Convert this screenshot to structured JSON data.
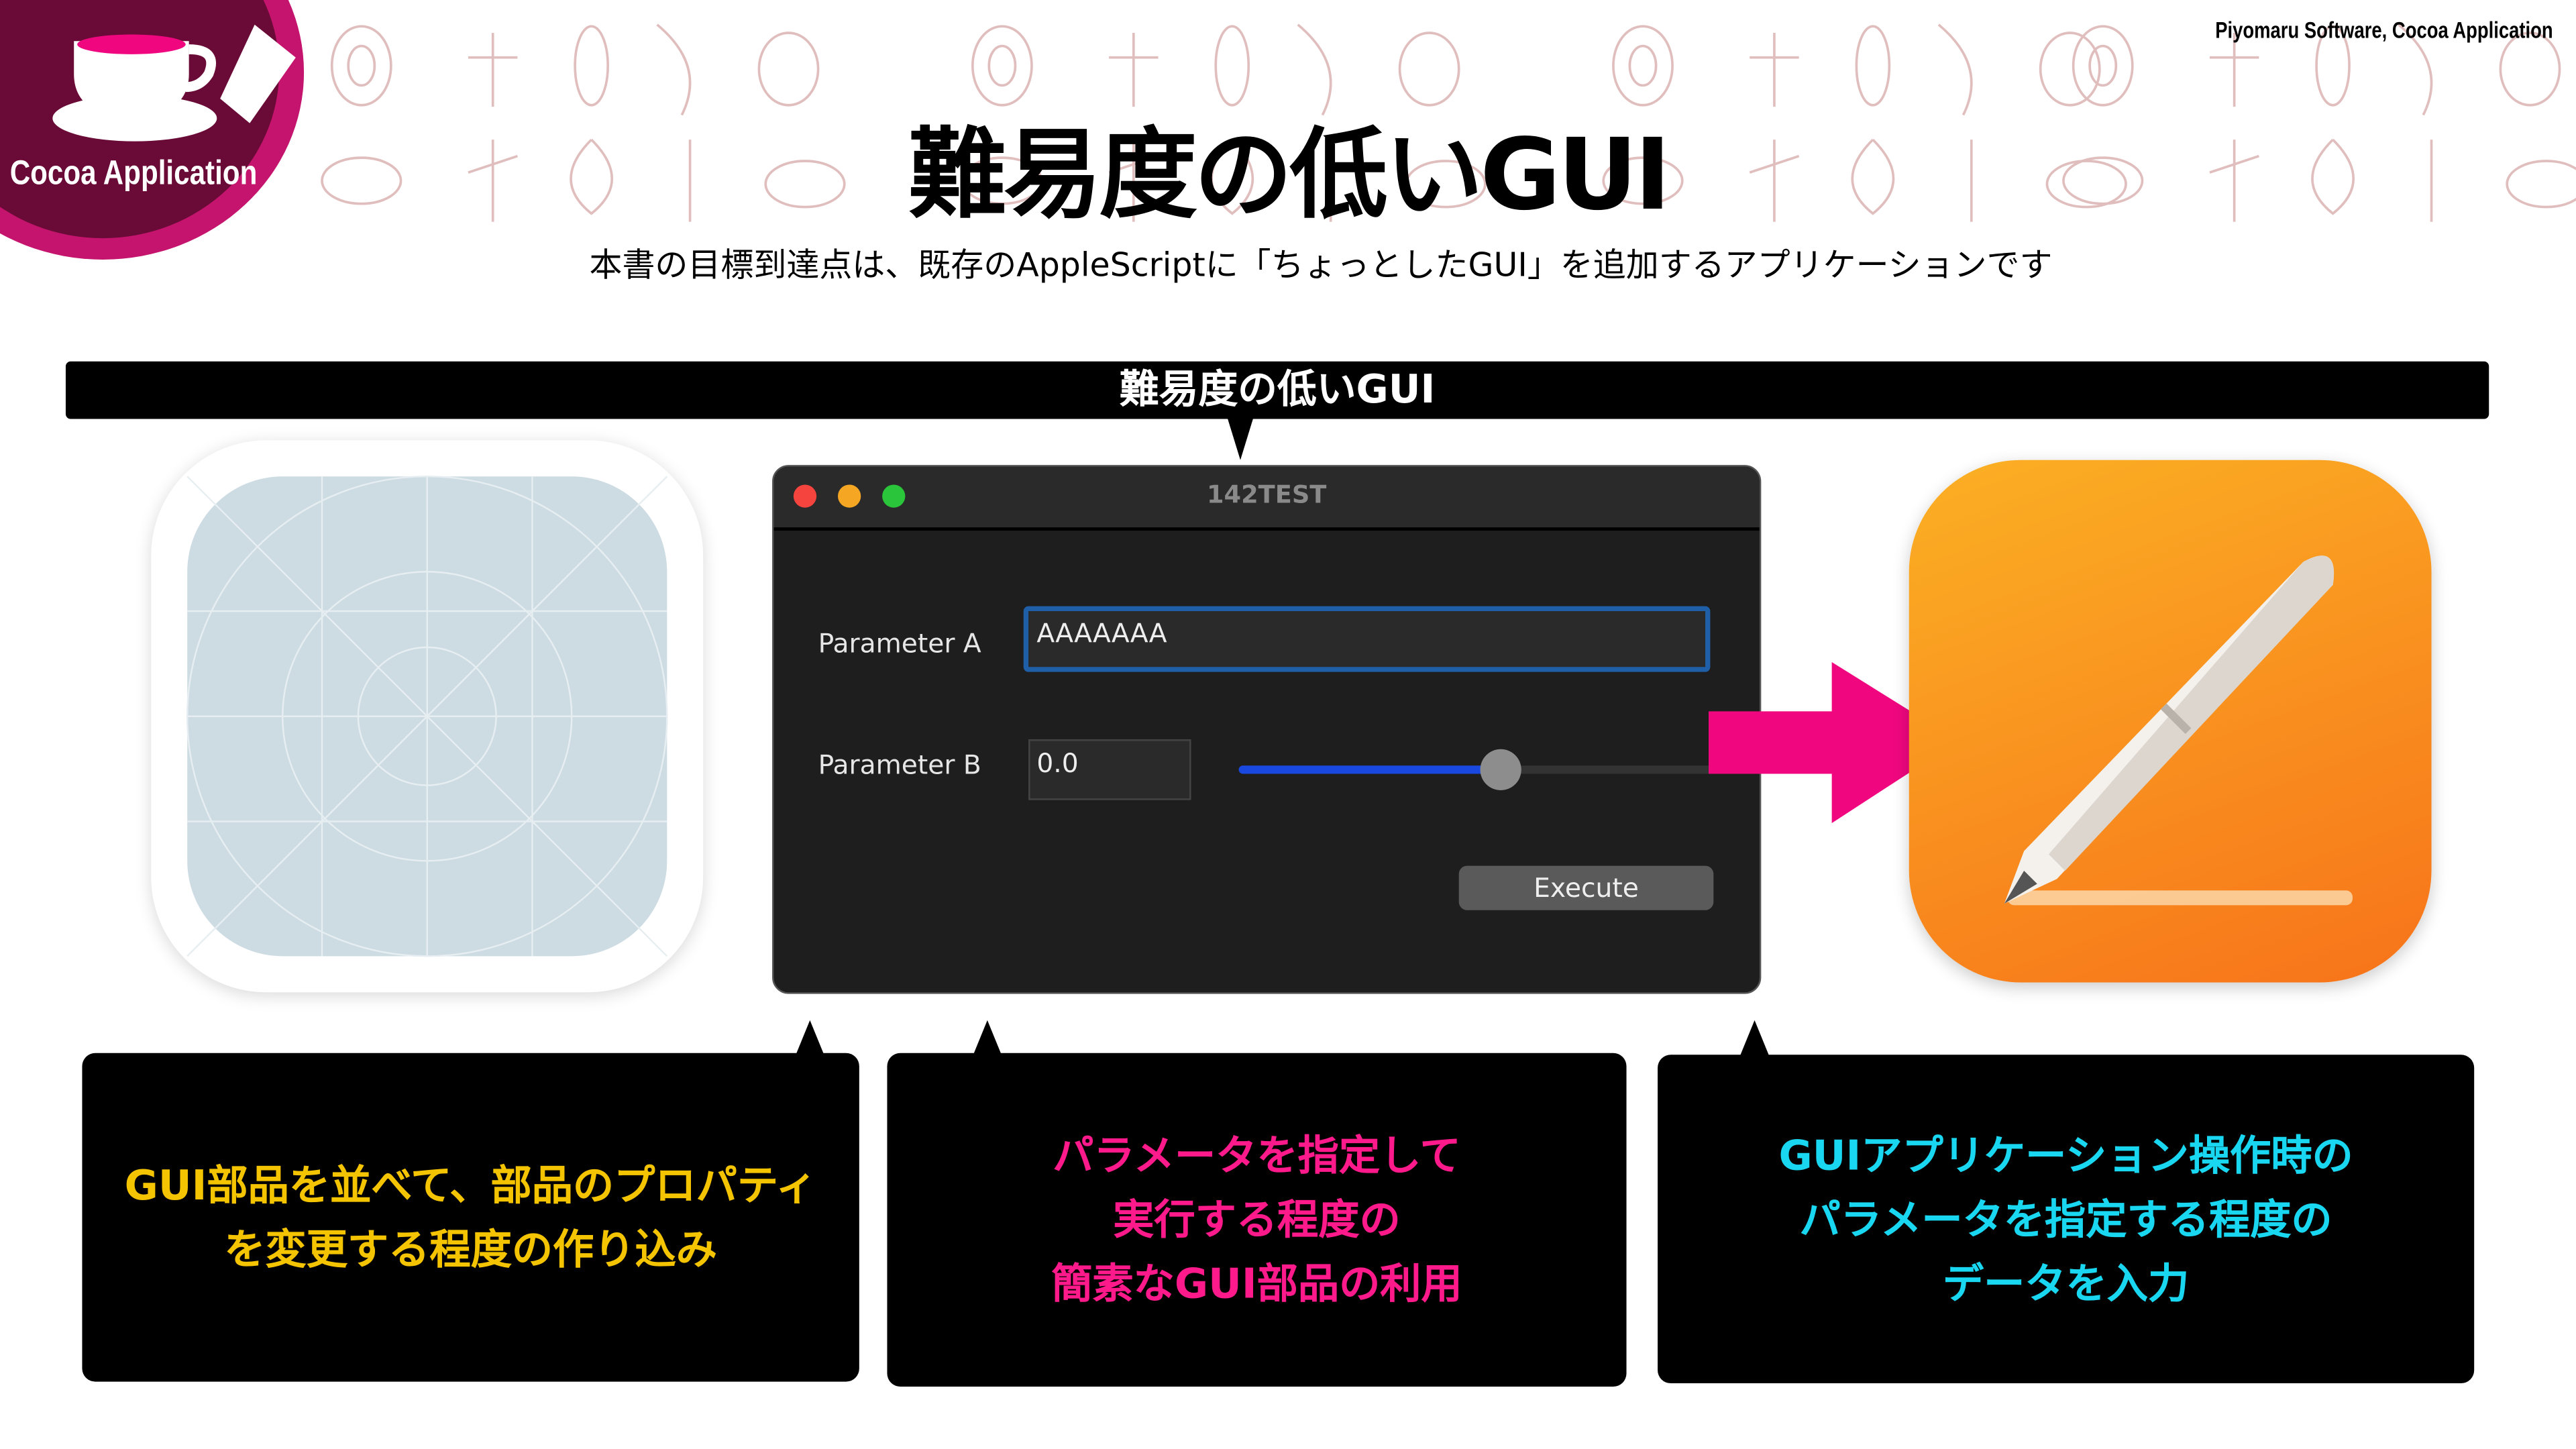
{
  "header": {
    "logo_text": "Cocoa Application",
    "credit": "Piyomaru Software, Cocoa Application",
    "title": "難易度の低いGUI",
    "subtitle": "本書の目標到達点は、既存のAppleScriptに「ちょっとしたGUI」を追加するアプリケーションです"
  },
  "band": {
    "label": "難易度の低いGUI"
  },
  "window": {
    "title": "142TEST",
    "param_a_label": "Parameter A",
    "param_a_value": "AAAAAAA",
    "param_b_label": "Parameter B",
    "param_b_value": "0.0",
    "slider_fraction": 0.5,
    "execute_label": "Execute"
  },
  "boxes": [
    {
      "lines": [
        "GUI部品を並べて、部品のプロパティ",
        "を変更する程度の作り込み"
      ],
      "color": "#f5c400"
    },
    {
      "lines": [
        "パラメータを指定して",
        "実行する程度の",
        "簡素なGUI部品の利用"
      ],
      "color": "#ff1a8c"
    },
    {
      "lines": [
        "GUIアプリケーション操作時の",
        "パラメータを指定する程度の",
        "データを入力"
      ],
      "color": "#19d7f0"
    }
  ],
  "colors": {
    "accent_pink": "#f0077f",
    "logo": "#c5146d"
  }
}
